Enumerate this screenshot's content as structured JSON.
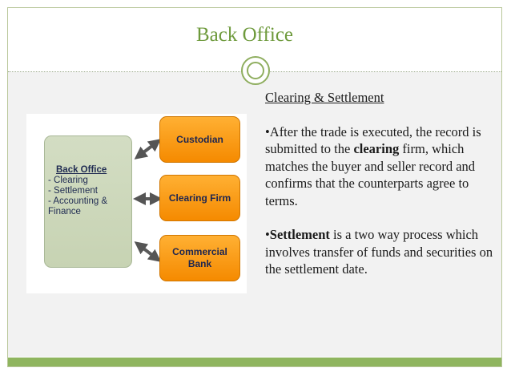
{
  "slide": {
    "title": "Back Office",
    "colors": {
      "accent": "#6e9a3c",
      "footer": "#8fb55f",
      "orange": "#f58a00"
    }
  },
  "diagram": {
    "back_office": {
      "title": "Back Office",
      "items": [
        "- Clearing",
        "- Settlement",
        "- Accounting &",
        "Finance"
      ]
    },
    "boxes": [
      {
        "lines": [
          "Custodian"
        ]
      },
      {
        "lines": [
          "Clearing Firm"
        ]
      },
      {
        "lines": [
          "Commercial",
          "Bank"
        ]
      }
    ]
  },
  "text": {
    "heading": "Clearing & Settlement",
    "p1_before": "•After the trade is executed, the record is submitted to the ",
    "p1_bold": "clearing",
    "p1_after": " firm, which matches the buyer and seller record and confirms that the counterparts agree to terms.",
    "p2_bullet": "•",
    "p2_bold": "Settlement",
    "p2_after": " is a two way process which involves transfer of funds and securities on the settlement date."
  }
}
